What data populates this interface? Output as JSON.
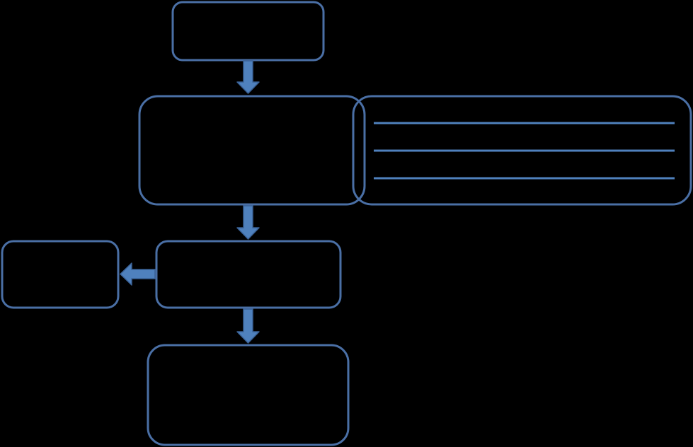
{
  "diagram": {
    "type": "flowchart",
    "colors": {
      "background": "#000000",
      "box_stroke": "#4a6fa5",
      "arrow_fill": "#4f81bd",
      "arrow_stroke": "#3a6297",
      "list_line": "#4f81bd"
    },
    "nodes": [
      {
        "id": "start",
        "label": ""
      },
      {
        "id": "step-2",
        "label": ""
      },
      {
        "id": "step-2-details",
        "label": "",
        "lines": [
          "",
          "",
          ""
        ]
      },
      {
        "id": "step-3",
        "label": ""
      },
      {
        "id": "side-output",
        "label": ""
      },
      {
        "id": "end",
        "label": ""
      }
    ],
    "edges": [
      {
        "from": "start",
        "to": "step-2",
        "direction": "down"
      },
      {
        "from": "step-2",
        "to": "step-3",
        "direction": "down"
      },
      {
        "from": "step-3",
        "to": "side-output",
        "direction": "left"
      },
      {
        "from": "step-3",
        "to": "end",
        "direction": "down"
      }
    ]
  }
}
